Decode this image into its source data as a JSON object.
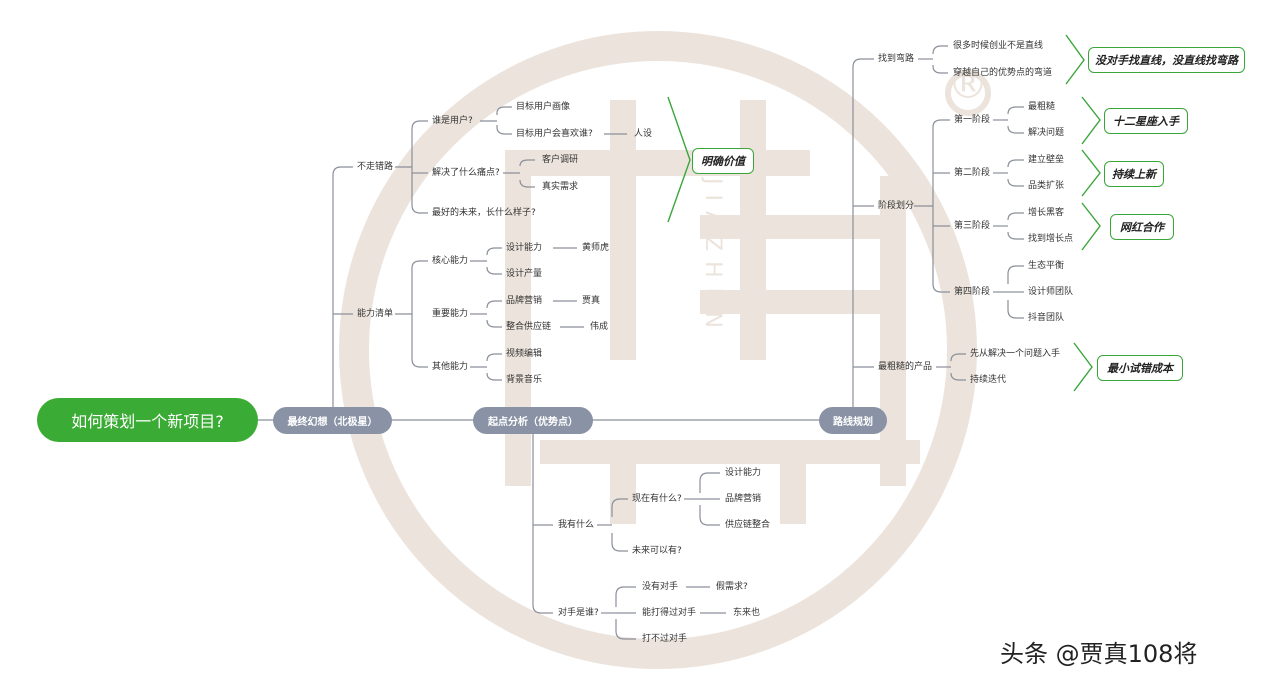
{
  "colors": {
    "root": "#3aab34",
    "pill": "#8a93a6",
    "line": "#8a8f99",
    "summary": "#3aa63a",
    "watermark": "#ece4dc"
  },
  "watermark": {
    "text": "JIAZHEN",
    "registered": "®"
  },
  "root": {
    "text": "如何策划一个新项目?"
  },
  "pills": {
    "fantasy": "最终幻想（北极星）",
    "analysis": "起点分析（优势点）",
    "route": "路线规划"
  },
  "fantasy": {
    "no_detour": "不走错路",
    "who_users": "谁是用户?",
    "target_portrait": "目标用户画像",
    "target_likes": "目标用户会喜欢谁?",
    "persona": "人设",
    "pain_point": "解决了什么痛点?",
    "customer_research": "客户调研",
    "real_need": "真实需求",
    "best_future": "最好的未来，长什么样子?",
    "clear_value": "明确价值",
    "ability_list": "能力清单",
    "core_ability": "核心能力",
    "design_ability": "设计能力",
    "huang": "黄师虎",
    "design_output": "设计产量",
    "important_ability": "重要能力",
    "brand_marketing": "品牌营销",
    "jiazhen": "贾真",
    "supply_chain": "整合供应链",
    "weicheng": "伟成",
    "other_ability": "其他能力",
    "video_edit": "视频编辑",
    "bg_music": "背景音乐"
  },
  "analysis": {
    "what_i_have": "我有什么",
    "have_now": "现在有什么?",
    "design_ability": "设计能力",
    "brand_marketing": "品牌营销",
    "supply_chain": "供应链整合",
    "future_have": "未来可以有?",
    "rival_who": "对手是谁?",
    "no_rival": "没有对手",
    "fake_need": "假需求?",
    "can_beat": "能打得过对手",
    "dongla": "东来也",
    "cannot_beat": "打不过对手"
  },
  "route": {
    "find_bend": "找到弯路",
    "not_straight": "很多时候创业不是直线",
    "cross_bend": "穿越自己的优势点的弯道",
    "bend_summary": "没对手找直线，没直线找弯路",
    "stages": "阶段划分",
    "stage1": "第一阶段",
    "roughest": "最粗糙",
    "solve_problem": "解决问题",
    "stage1_summary": "十二星座入手",
    "stage2": "第二阶段",
    "build_barrier": "建立壁垒",
    "category_expand": "品类扩张",
    "stage2_summary": "持续上新",
    "stage3": "第三阶段",
    "grow_fans": "增长黑客",
    "find_growth": "找到增长点",
    "stage3_summary": "网红合作",
    "stage4": "第四阶段",
    "ecology": "生态平衡",
    "designer_team": "设计师团队",
    "douyin_team": "抖音团队",
    "rough_product": "最粗糙的产品",
    "solve_one": "先从解决一个问题入手",
    "iterate": "持续迭代",
    "product_summary": "最小试错成本"
  },
  "footer": {
    "text": "头条 @贾真108将"
  }
}
